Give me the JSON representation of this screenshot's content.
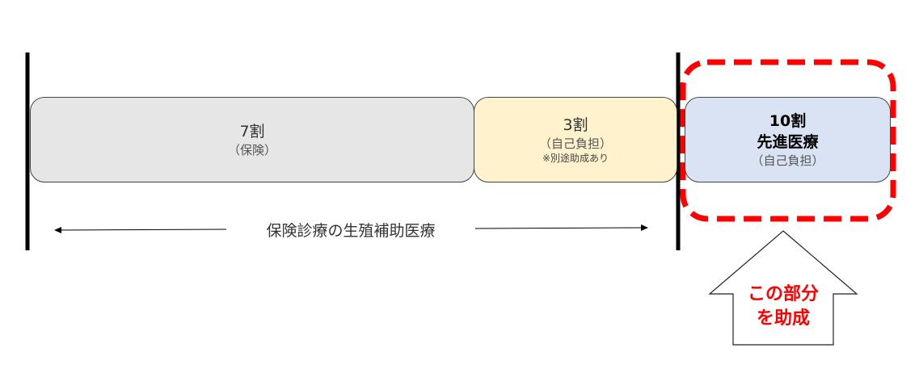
{
  "segments": [
    {
      "ratio": "7割",
      "note": "（保険）",
      "color": "#e6e6e6"
    },
    {
      "ratio": "3割",
      "note": "（自己負担）",
      "sub": "※別途助成あり",
      "color": "#fff2cc"
    },
    {
      "ratio": "10割",
      "title": "先進医療",
      "note": "（自己負担）",
      "color": "#dae3f3"
    }
  ],
  "range_label": "保険診療の生殖補助医療",
  "callout": {
    "line1": "この部分",
    "line2": "を助成",
    "color": "#ff0000"
  }
}
